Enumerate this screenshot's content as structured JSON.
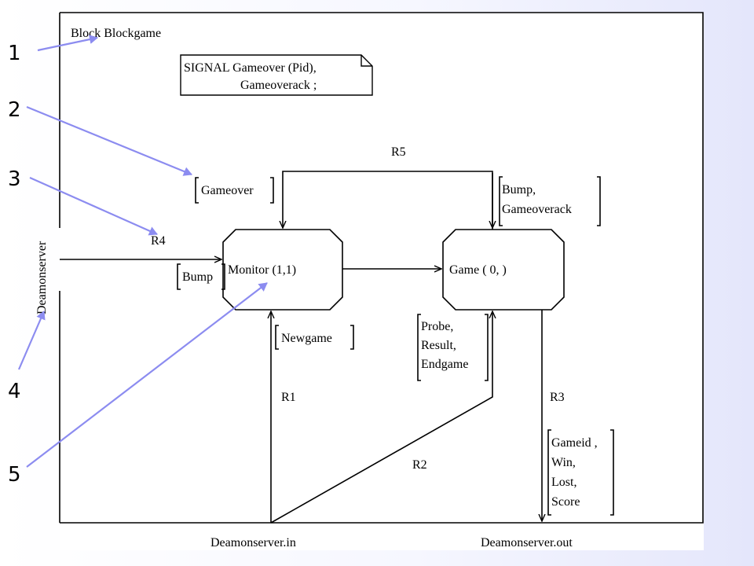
{
  "diagram": {
    "block_title": "Block Blockgame",
    "signal_note": {
      "line1": "SIGNAL  Gameover (Pid),",
      "line2": "Gameoverack ;"
    },
    "left_label": "Deamonserver",
    "processes": {
      "monitor": "Monitor (1,1)",
      "game": "Game ( 0, )"
    },
    "routes": {
      "r1": "R1",
      "r2": "R2",
      "r3": "R3",
      "r4": "R4",
      "r5": "R5"
    },
    "signal_lists": {
      "gameover": "Gameover",
      "bump": "Bump",
      "newgame": "Newgame",
      "bump_gameoverack": [
        "Bump,",
        "Gameoverack"
      ],
      "probe_result_endgame": [
        "Probe,",
        "Result,",
        "Endgame"
      ],
      "gameid_win_lost_score": [
        "Gameid ,",
        "Win,",
        "Lost,",
        "Score"
      ]
    },
    "channels": {
      "in": "Deamonserver.in",
      "out": "Deamonserver.out"
    }
  },
  "callouts": [
    "1",
    "2",
    "3",
    "4",
    "5"
  ],
  "colors": {
    "callout": "#8c8cf0",
    "background_right": "#e4e6fb"
  }
}
